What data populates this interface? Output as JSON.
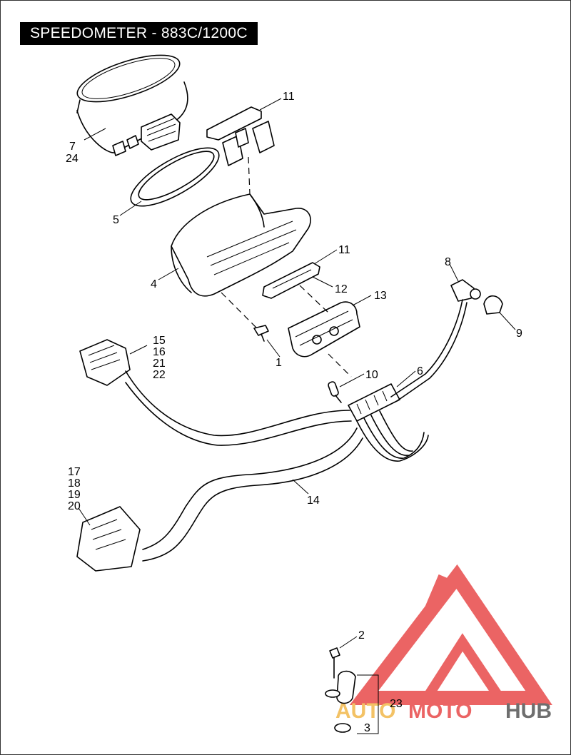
{
  "title": "SPEEDOMETER - 883C/1200C",
  "callouts": {
    "c1": "1",
    "c2": "2",
    "c3": "3",
    "c4": "4",
    "c5": "5",
    "c6": "6",
    "c7": "7",
    "c8": "8",
    "c9": "9",
    "c10": "10",
    "c11a": "11",
    "c11b": "11",
    "c12": "12",
    "c13": "13",
    "c14": "14",
    "c15": "15",
    "c16": "16",
    "c17": "17",
    "c18": "18",
    "c19": "19",
    "c20": "20",
    "c21": "21",
    "c22": "22",
    "c23": "23",
    "c24": "24"
  },
  "watermark": {
    "part1": "AUTO",
    "part2": "MOTO",
    "part3": "HUB",
    "colors": {
      "triangle": "#e84a4a",
      "auto": "#f2b84b",
      "moto": "#e84a4a",
      "hub": "#555555"
    }
  }
}
